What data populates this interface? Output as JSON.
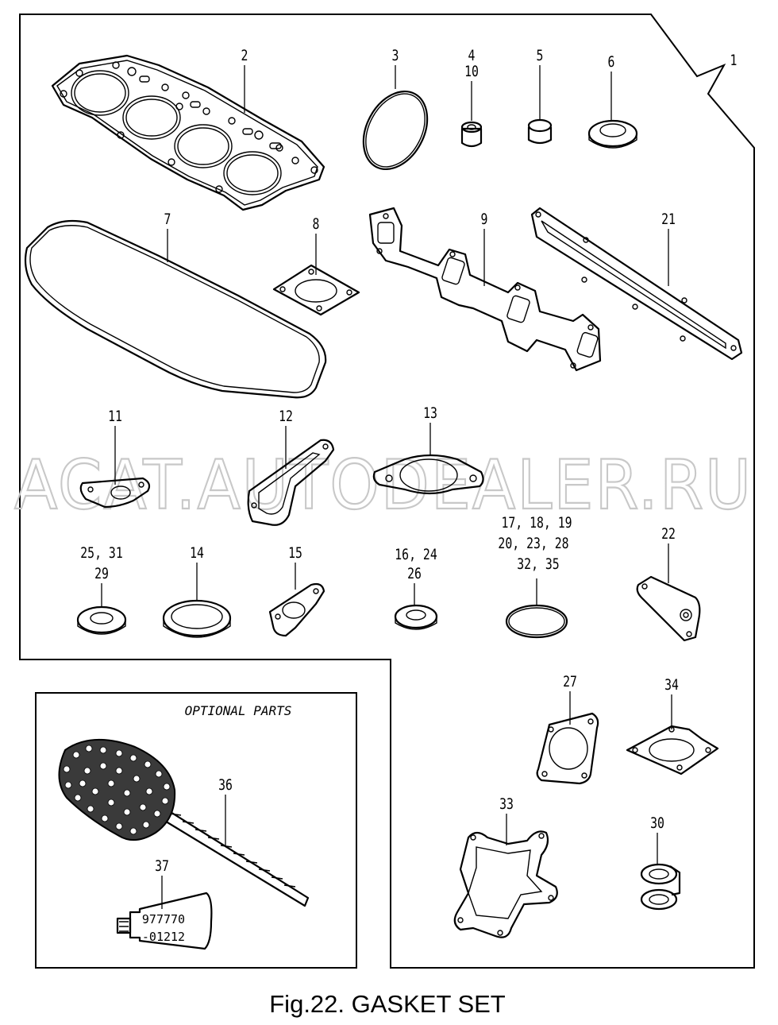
{
  "diagram": {
    "figure_caption": "Fig.22.  GASKET SET",
    "watermark": "ACAT.AUTODEALER.RU",
    "optional_box_title": "OPTIONAL PARTS",
    "tube_marking_line1": "977770",
    "tube_marking_line2": "-01212",
    "callouts": {
      "c1": "1",
      "c2": "2",
      "c3": "3",
      "c4": "4",
      "c10": "10",
      "c5": "5",
      "c6": "6",
      "c7": "7",
      "c8": "8",
      "c9": "9",
      "c21": "21",
      "c11": "11",
      "c12": "12",
      "c13": "13",
      "c17": "17,  18,  19",
      "c20": "20,  23,  28",
      "c32": "32,  35",
      "c22": "22",
      "c25": "25,  31",
      "c29": "29",
      "c14": "14",
      "c15": "15",
      "c16": "16,  24",
      "c26": "26",
      "c27": "27",
      "c34": "34",
      "c33": "33",
      "c30": "30",
      "c36": "36",
      "c37": "37"
    }
  }
}
